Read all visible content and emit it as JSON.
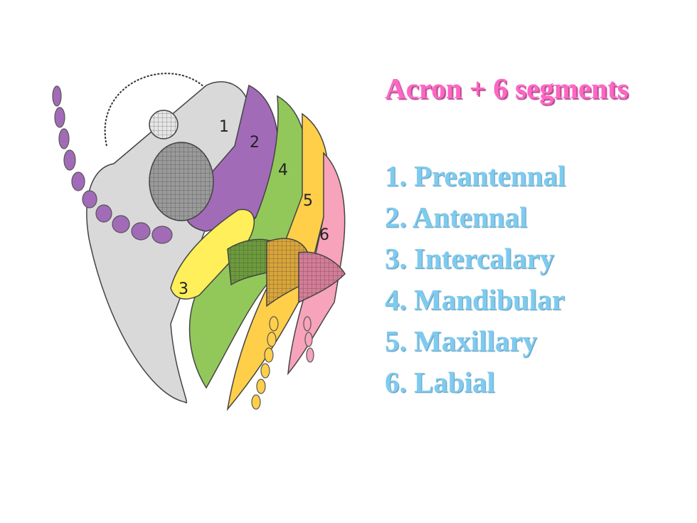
{
  "title": "Acron + 6 segments",
  "segments": [
    {
      "label": "1. Preantennal"
    },
    {
      "label": "2. Antennal"
    },
    {
      "label": "3. Intercalary"
    },
    {
      "label": "4. Mandibular"
    },
    {
      "label": "5. Maxillary"
    },
    {
      "label": "6. Labial"
    }
  ],
  "diagram": {
    "number_labels": [
      "1",
      "2",
      "3",
      "4",
      "5",
      "6"
    ],
    "colors": {
      "acron": "#d9d9d9",
      "segment_1": "#d9d9d9",
      "segment_2": "#a26bb8",
      "segment_3": "#ffef5a",
      "segment_4": "#92c85a",
      "segment_5": "#ffcf4a",
      "segment_6": "#f7a3bb"
    }
  }
}
